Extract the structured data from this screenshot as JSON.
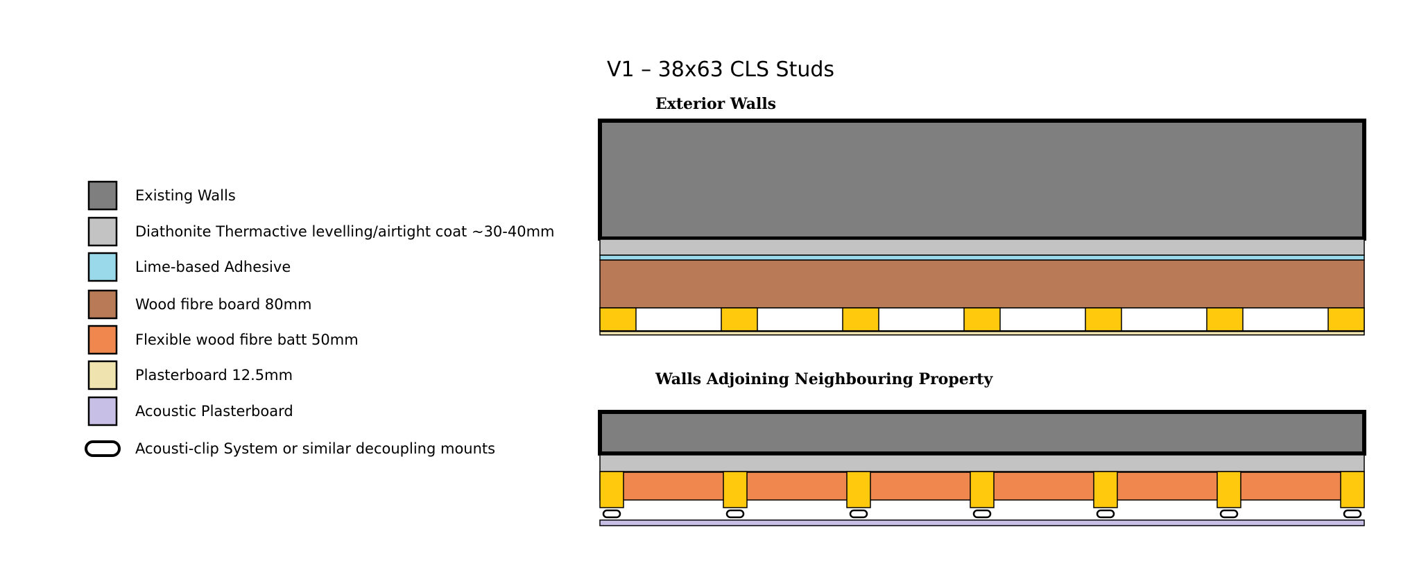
{
  "title": "V1 – 38x63 CLS Studs",
  "sections": {
    "exterior_title": "Exterior Walls",
    "adjoining_title": "Walls Adjoining Neighbouring Property"
  },
  "legend": [
    {
      "label": "Existing Walls",
      "color": "#7f7f7f",
      "swatch": "square"
    },
    {
      "label": "Diathonite Thermactive levelling/airtight coat ~30-40mm",
      "color": "#c3c3c3",
      "swatch": "square"
    },
    {
      "label": "Lime-based Adhesive",
      "color": "#99d9ea",
      "swatch": "square"
    },
    {
      "label": "Wood fibre board 80mm",
      "color": "#b97a57",
      "swatch": "square"
    },
    {
      "label": "Flexible wood fibre batt 50mm",
      "color": "#f0874e",
      "swatch": "square"
    },
    {
      "label": "Plasterboard 12.5mm",
      "color": "#efe4b0",
      "swatch": "square"
    },
    {
      "label": "Acoustic Plasterboard",
      "color": "#c8bfe7",
      "swatch": "square"
    },
    {
      "label": "Acousti-clip System or similar decoupling mounts",
      "color": "#ffffff",
      "swatch": "clip"
    }
  ],
  "colors": {
    "stud": "#ffc90e",
    "outline": "#000000",
    "cavity": "#ffffff"
  },
  "exterior_studs": 7,
  "adjoining_studs": 7
}
